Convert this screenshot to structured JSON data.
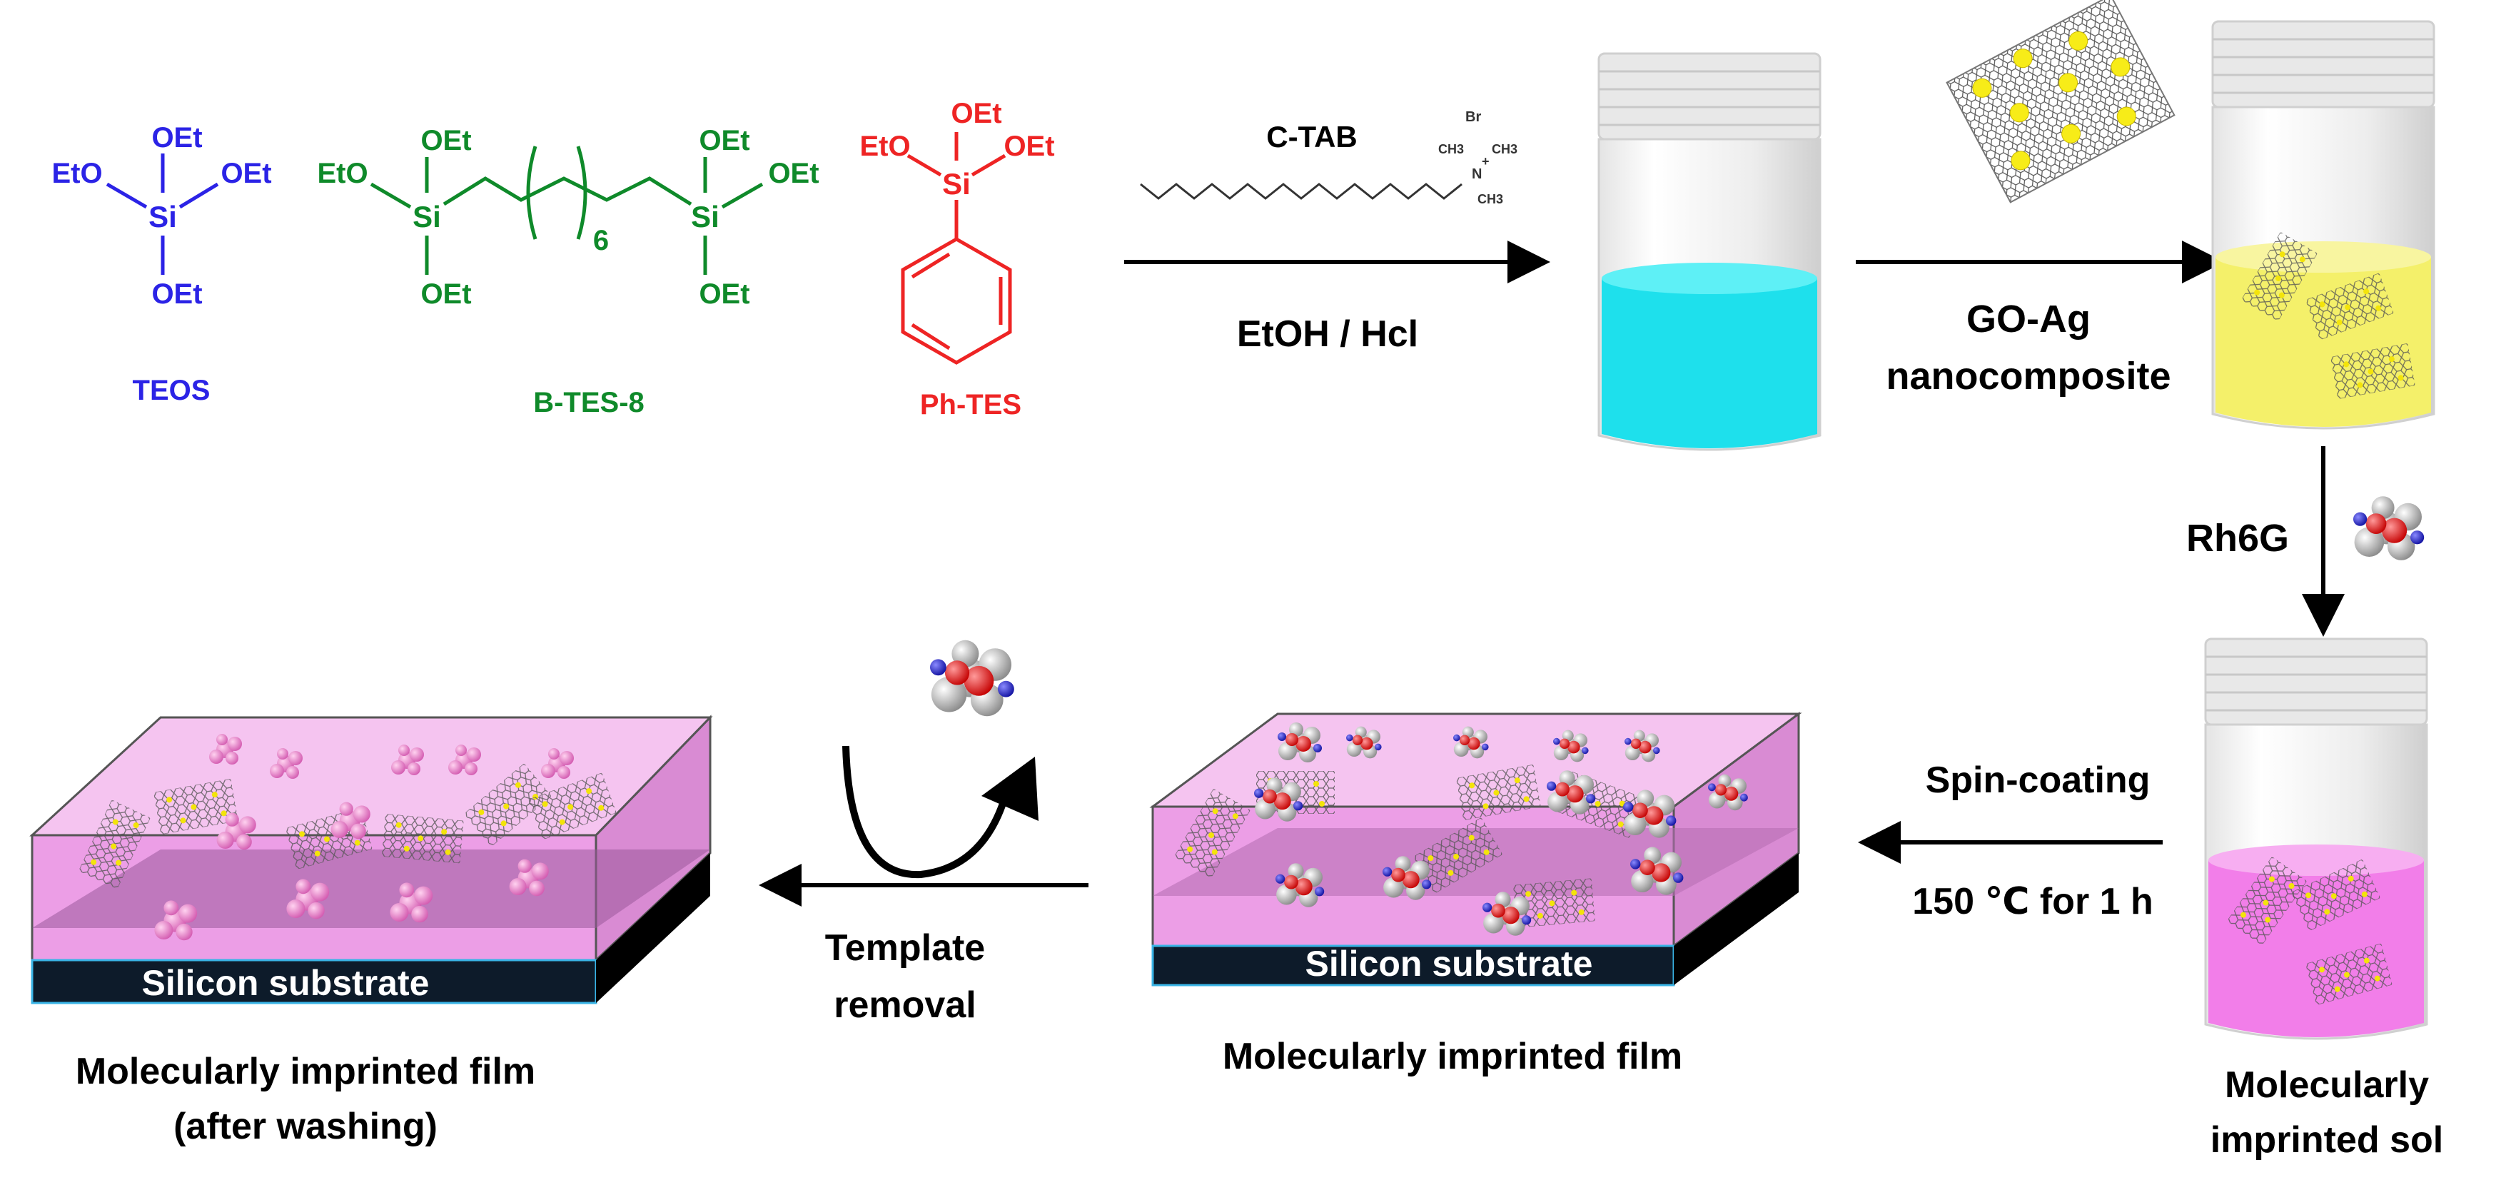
{
  "monomers": {
    "teos": {
      "name": "TEOS",
      "color": "#2b23e6",
      "si": "Si",
      "top": "OEt",
      "left": "EtO",
      "right": "OEt",
      "bottom": "OEt"
    },
    "btes": {
      "name": "B-TES-8",
      "color": "#0f8a2a",
      "left_si": "Si",
      "right_si": "Si",
      "left_top": "OEt",
      "left_left": "EtO",
      "left_bottom": "OEt",
      "repeat_count": "6",
      "right_top": "OEt",
      "right_right": "OEt",
      "right_bottom": "OEt"
    },
    "phtes": {
      "name": "Ph-TES",
      "color": "#ee2424",
      "si": "Si",
      "top": "OEt",
      "left": "EtO",
      "right": "OEt"
    }
  },
  "step1": {
    "surfactant": "C-TAB",
    "condition": "EtOH / Hcl",
    "counter_ion": "Br",
    "ammonium_n": "N",
    "charge": "+",
    "methyl": "CH3"
  },
  "step2": {
    "line1": "GO-Ag",
    "line2": "nanocomposite"
  },
  "step3": {
    "label": "Rh6G"
  },
  "step4": {
    "line1": "Spin-coating",
    "line2": "150 ℃ for 1 h"
  },
  "step5": {
    "line1": "Template",
    "line2": "removal"
  },
  "vials": {
    "sol_line1": "Molecularly",
    "sol_line2": "imprinted sol",
    "liquid_colors": [
      "#1ee0ec",
      "#f4f06a",
      "#f27ee9"
    ]
  },
  "films": {
    "substrate_label": "Silicon substrate",
    "film_caption": "Molecularly imprinted film",
    "washed_caption_line1": "Molecularly imprinted film",
    "washed_caption_line2": "(after washing)",
    "film_color": "#f1b3ec",
    "base_color": "#0d1b2a"
  }
}
